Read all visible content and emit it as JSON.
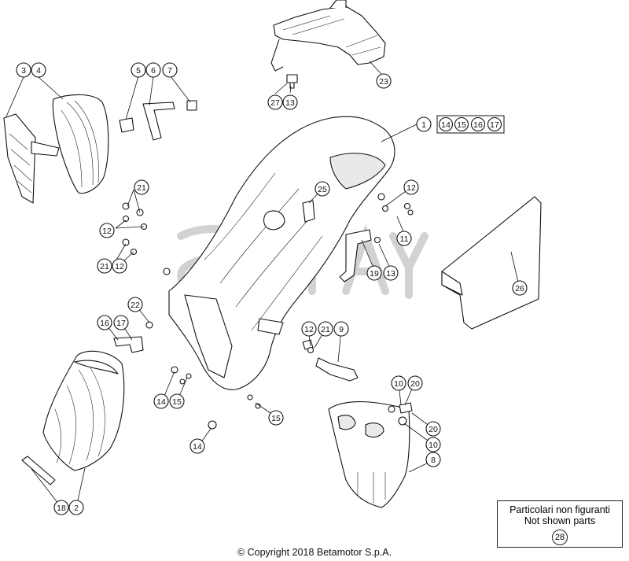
{
  "callouts": [
    {
      "id": "c3",
      "label": "3"
    },
    {
      "id": "c4",
      "label": "4"
    },
    {
      "id": "c5",
      "label": "5"
    },
    {
      "id": "c6",
      "label": "6"
    },
    {
      "id": "c7",
      "label": "7"
    },
    {
      "id": "c23",
      "label": "23"
    },
    {
      "id": "c27",
      "label": "27"
    },
    {
      "id": "c13a",
      "label": "13"
    },
    {
      "id": "c1",
      "label": "1"
    },
    {
      "id": "c14a",
      "label": "14"
    },
    {
      "id": "c15a",
      "label": "15"
    },
    {
      "id": "c16a",
      "label": "16"
    },
    {
      "id": "c17a",
      "label": "17"
    },
    {
      "id": "c21a",
      "label": "21"
    },
    {
      "id": "c12a",
      "label": "12"
    },
    {
      "id": "c21b",
      "label": "21"
    },
    {
      "id": "c12b",
      "label": "12"
    },
    {
      "id": "c25",
      "label": "25"
    },
    {
      "id": "c12c",
      "label": "12"
    },
    {
      "id": "c11",
      "label": "11"
    },
    {
      "id": "c19",
      "label": "19"
    },
    {
      "id": "c13b",
      "label": "13"
    },
    {
      "id": "c26",
      "label": "26"
    },
    {
      "id": "c22",
      "label": "22"
    },
    {
      "id": "c16b",
      "label": "16"
    },
    {
      "id": "c17b",
      "label": "17"
    },
    {
      "id": "c12d",
      "label": "12"
    },
    {
      "id": "c21c",
      "label": "21"
    },
    {
      "id": "c9",
      "label": "9"
    },
    {
      "id": "c14b",
      "label": "14"
    },
    {
      "id": "c15b",
      "label": "15"
    },
    {
      "id": "c15c",
      "label": "15"
    },
    {
      "id": "c14c",
      "label": "14"
    },
    {
      "id": "c10a",
      "label": "10"
    },
    {
      "id": "c20a",
      "label": "20"
    },
    {
      "id": "c20b",
      "label": "20"
    },
    {
      "id": "c10b",
      "label": "10"
    },
    {
      "id": "c8",
      "label": "8"
    },
    {
      "id": "c18",
      "label": "18"
    },
    {
      "id": "c2",
      "label": "2"
    }
  ],
  "note": {
    "line1": "Particolari non figuranti",
    "line2": "Not shown parts",
    "number": "28"
  },
  "copyright": "© Copyright 2018 Betamotor S.p.A."
}
